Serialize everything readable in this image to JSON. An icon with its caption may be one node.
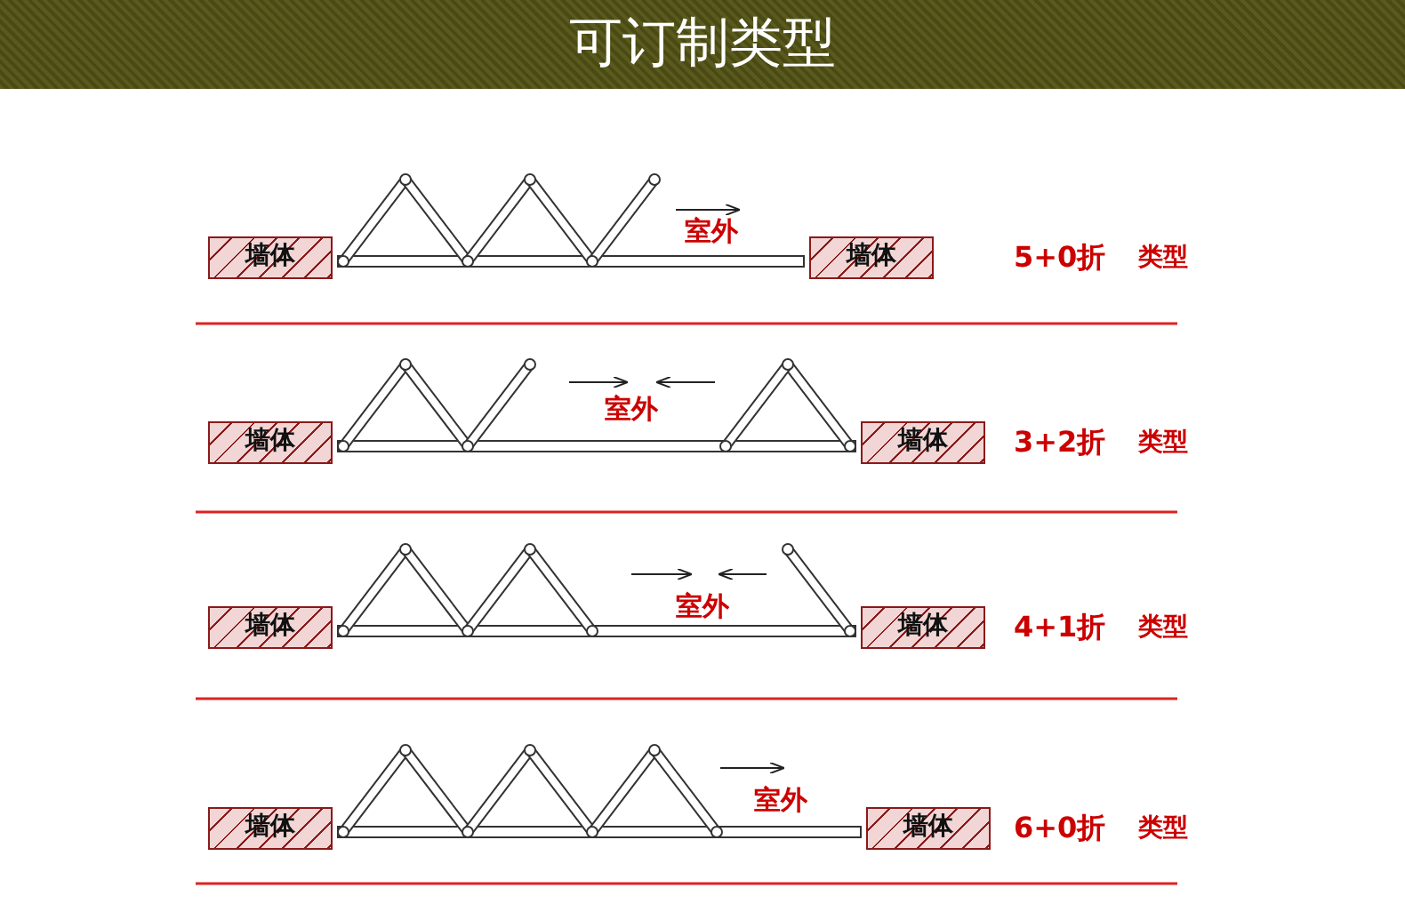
{
  "diagram": {
    "title": "可订制类型",
    "nodes": [
      {
        "text": [
          "墙体"
        ]
      },
      {
        "text": [
          "墙体"
        ]
      },
      {
        "text": [
          "墙体"
        ]
      },
      {
        "text": [
          "墙体"
        ]
      },
      {
        "text": [
          "墙体"
        ]
      },
      {
        "text": [
          "墙体"
        ]
      },
      {
        "text": [
          "墙体"
        ]
      },
      {
        "text": [
          "墙体"
        ]
      }
    ],
    "labels": [
      "室外",
      "5+0折",
      "类型",
      "室外",
      "3+2折",
      "类型",
      "室外",
      "4+1折",
      "类型",
      "室外",
      "6+0折",
      "类型"
    ]
  }
}
